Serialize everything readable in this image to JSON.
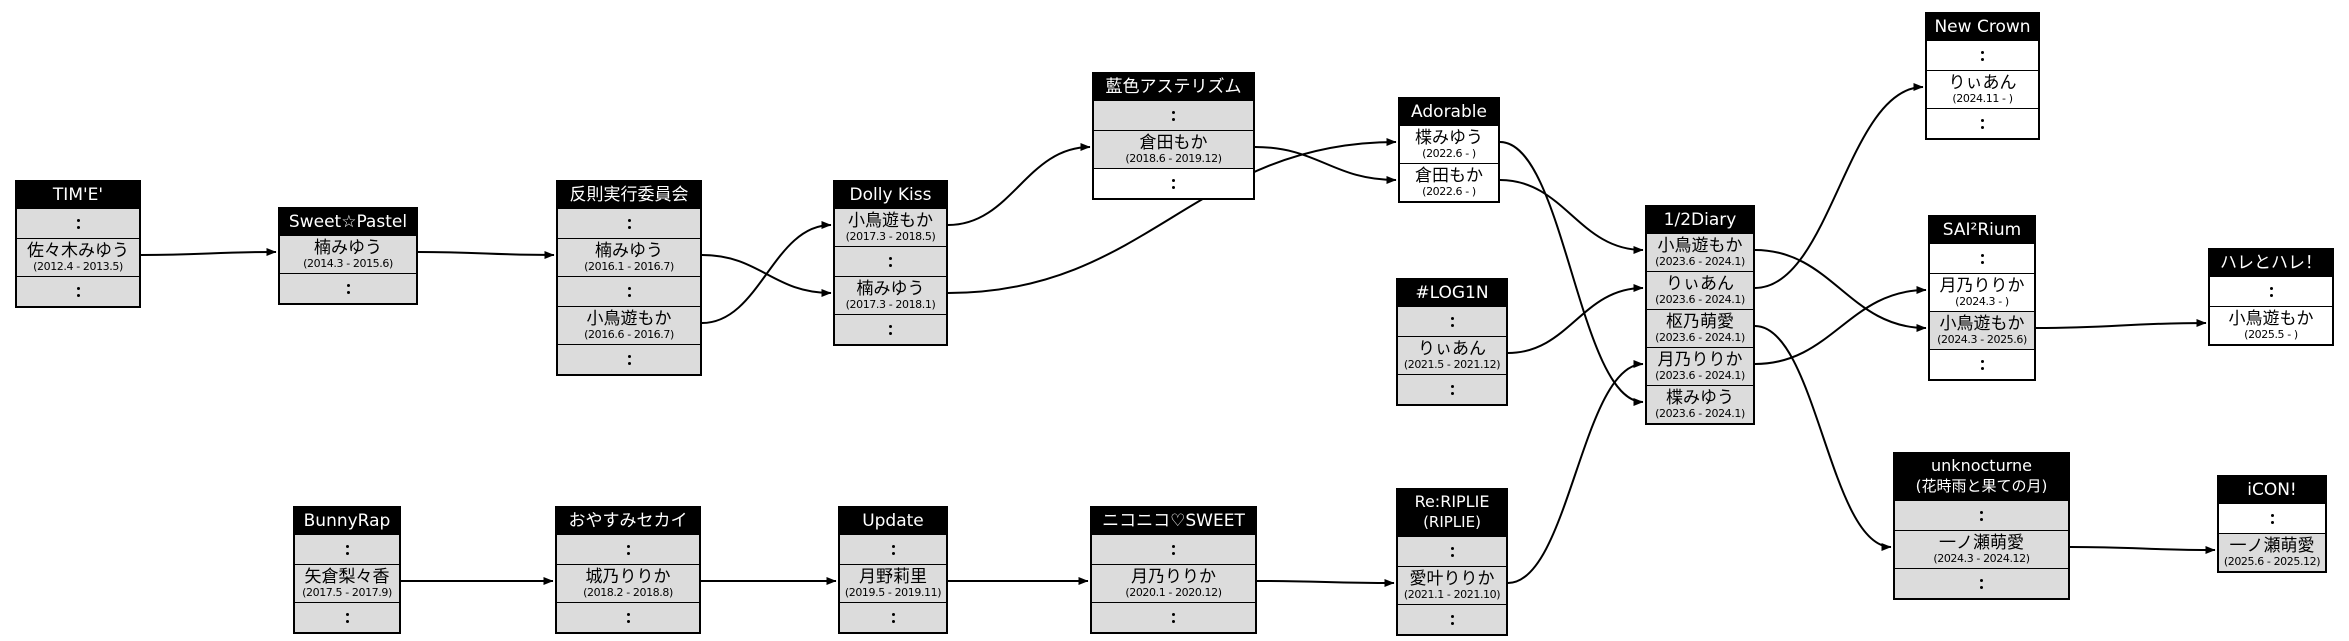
{
  "diagram": {
    "description": "Idol group membership transition chart",
    "colors": {
      "header_bg": "#000000",
      "header_text": "#ffffff",
      "row_gray": "#dcdcdc",
      "row_white": "#ffffff",
      "border": "#000000",
      "edge": "#000000"
    },
    "nodes": [
      {
        "id": "time",
        "title": "TIM'E'",
        "rows": [
          {
            "type": "dots",
            "bg": "gray"
          },
          {
            "type": "member",
            "bg": "gray",
            "name": "佐々木みゆう",
            "dates": "(2012.4 - 2013.5)"
          },
          {
            "type": "dots",
            "bg": "gray"
          }
        ]
      },
      {
        "id": "sweet-pastel",
        "title": "Sweet☆Pastel",
        "rows": [
          {
            "type": "member",
            "bg": "gray",
            "name": "楠みゆう",
            "dates": "(2014.3 - 2015.6)"
          },
          {
            "type": "dots",
            "bg": "gray"
          }
        ]
      },
      {
        "id": "hansoku",
        "title": "反則実行委員会",
        "rows": [
          {
            "type": "dots",
            "bg": "gray"
          },
          {
            "type": "member",
            "bg": "gray",
            "name": "楠みゆう",
            "dates": "(2016.1 - 2016.7)"
          },
          {
            "type": "dots",
            "bg": "gray"
          },
          {
            "type": "member",
            "bg": "gray",
            "name": "小鳥遊もか",
            "dates": "(2016.6 - 2016.7)"
          },
          {
            "type": "dots",
            "bg": "gray"
          }
        ]
      },
      {
        "id": "dolly-kiss",
        "title": "Dolly Kiss",
        "rows": [
          {
            "type": "member",
            "bg": "gray",
            "name": "小鳥遊もか",
            "dates": "(2017.3 - 2018.5)"
          },
          {
            "type": "dots",
            "bg": "gray"
          },
          {
            "type": "member",
            "bg": "gray",
            "name": "楠みゆう",
            "dates": "(2017.3 - 2018.1)"
          },
          {
            "type": "dots",
            "bg": "gray"
          }
        ]
      },
      {
        "id": "aiiro",
        "title": "藍色アステリズム",
        "rows": [
          {
            "type": "dots",
            "bg": "gray"
          },
          {
            "type": "member",
            "bg": "gray",
            "name": "倉田もか",
            "dates": "(2018.6 - 2019.12)"
          },
          {
            "type": "dots",
            "bg": "white"
          }
        ]
      },
      {
        "id": "adorable",
        "title": "Adorable",
        "rows": [
          {
            "type": "member",
            "bg": "white",
            "name": "楪みゆう",
            "dates": "(2022.6 - )"
          },
          {
            "type": "member",
            "bg": "white",
            "name": "倉田もか",
            "dates": "(2022.6 - )"
          }
        ]
      },
      {
        "id": "log1n",
        "title": "#LOG1N",
        "rows": [
          {
            "type": "dots",
            "bg": "gray"
          },
          {
            "type": "member",
            "bg": "gray",
            "name": "りぃあん",
            "dates": "(2021.5 - 2021.12)"
          },
          {
            "type": "dots",
            "bg": "gray"
          }
        ]
      },
      {
        "id": "half-diary",
        "title": "1/2Diary",
        "rows": [
          {
            "type": "member",
            "bg": "gray",
            "name": "小鳥遊もか",
            "dates": "(2023.6 - 2024.1)"
          },
          {
            "type": "member",
            "bg": "gray",
            "name": "りぃあん",
            "dates": "(2023.6 - 2024.1)"
          },
          {
            "type": "member",
            "bg": "gray",
            "name": "枢乃萌愛",
            "dates": "(2023.6 - 2024.1)"
          },
          {
            "type": "member",
            "bg": "gray",
            "name": "月乃りりか",
            "dates": "(2023.6 - 2024.1)"
          },
          {
            "type": "member",
            "bg": "gray",
            "name": "楪みゆう",
            "dates": "(2023.6 - 2024.1)"
          }
        ]
      },
      {
        "id": "new-crown",
        "title": "New Crown",
        "rows": [
          {
            "type": "dots",
            "bg": "white"
          },
          {
            "type": "member",
            "bg": "white",
            "name": "りぃあん",
            "dates": "(2024.11 - )"
          },
          {
            "type": "dots",
            "bg": "white"
          }
        ]
      },
      {
        "id": "sai2rium",
        "title": "SAI²Rium",
        "rows": [
          {
            "type": "dots",
            "bg": "white"
          },
          {
            "type": "member",
            "bg": "white",
            "name": "月乃りりか",
            "dates": "(2024.3 - )"
          },
          {
            "type": "member",
            "bg": "gray",
            "name": "小鳥遊もか",
            "dates": "(2024.3 - 2025.6)"
          },
          {
            "type": "dots",
            "bg": "white"
          }
        ]
      },
      {
        "id": "hare-to-hare",
        "title": "ハレとハレ！",
        "rows": [
          {
            "type": "dots",
            "bg": "white"
          },
          {
            "type": "member",
            "bg": "white",
            "name": "小鳥遊もか",
            "dates": "(2025.5 - )"
          }
        ]
      },
      {
        "id": "bunnyrap",
        "title": "BunnyRap",
        "rows": [
          {
            "type": "dots",
            "bg": "gray"
          },
          {
            "type": "member",
            "bg": "gray",
            "name": "矢倉梨々香",
            "dates": "(2017.5 - 2017.9)"
          },
          {
            "type": "dots",
            "bg": "gray"
          }
        ]
      },
      {
        "id": "oyasumi-sekai",
        "title": "おやすみセカイ",
        "rows": [
          {
            "type": "dots",
            "bg": "gray"
          },
          {
            "type": "member",
            "bg": "gray",
            "name": "城乃りりか",
            "dates": "(2018.2 - 2018.8)"
          },
          {
            "type": "dots",
            "bg": "gray"
          }
        ]
      },
      {
        "id": "update",
        "title": "Update",
        "rows": [
          {
            "type": "dots",
            "bg": "gray"
          },
          {
            "type": "member",
            "bg": "gray",
            "name": "月野莉里",
            "dates": "(2019.5 - 2019.11)"
          },
          {
            "type": "dots",
            "bg": "gray"
          }
        ]
      },
      {
        "id": "niconico-sweet",
        "title": "ニコニコ♡SWEET",
        "rows": [
          {
            "type": "dots",
            "bg": "gray"
          },
          {
            "type": "member",
            "bg": "gray",
            "name": "月乃りりか",
            "dates": "(2020.1 - 2020.12)"
          },
          {
            "type": "dots",
            "bg": "gray"
          }
        ]
      },
      {
        "id": "re-riplie",
        "title": "Re:RIPLIE",
        "subtitle": "(RIPLIE)",
        "rows": [
          {
            "type": "dots",
            "bg": "gray"
          },
          {
            "type": "member",
            "bg": "gray",
            "name": "愛叶りりか",
            "dates": "(2021.1 - 2021.10)"
          },
          {
            "type": "dots",
            "bg": "gray"
          }
        ]
      },
      {
        "id": "unknocturne",
        "title": "unknocturne",
        "subtitle": "(花時雨と果ての月)",
        "rows": [
          {
            "type": "dots",
            "bg": "gray"
          },
          {
            "type": "member",
            "bg": "gray",
            "name": "一ノ瀬萌愛",
            "dates": "(2024.3 - 2024.12)"
          },
          {
            "type": "dots",
            "bg": "gray"
          }
        ]
      },
      {
        "id": "icon",
        "title": "iCON!",
        "rows": [
          {
            "type": "dots",
            "bg": "white"
          },
          {
            "type": "member",
            "bg": "gray",
            "name": "一ノ瀬萌愛",
            "dates": "(2025.6 - 2025.12)"
          }
        ]
      }
    ],
    "edges": [
      {
        "from": "time:1",
        "to": "sweet-pastel:0"
      },
      {
        "from": "sweet-pastel:0",
        "to": "hansoku:1"
      },
      {
        "from": "hansoku:1",
        "to": "dolly-kiss:2"
      },
      {
        "from": "hansoku:3",
        "to": "dolly-kiss:0"
      },
      {
        "from": "dolly-kiss:0",
        "to": "aiiro:1"
      },
      {
        "from": "dolly-kiss:2",
        "to": "adorable:0"
      },
      {
        "from": "aiiro:1",
        "to": "adorable:1"
      },
      {
        "from": "adorable:0",
        "to": "half-diary:4"
      },
      {
        "from": "adorable:1",
        "to": "half-diary:0"
      },
      {
        "from": "log1n:1",
        "to": "half-diary:1"
      },
      {
        "from": "re-riplie:1",
        "to": "half-diary:3"
      },
      {
        "from": "half-diary:0",
        "to": "sai2rium:2"
      },
      {
        "from": "half-diary:1",
        "to": "new-crown:1"
      },
      {
        "from": "half-diary:2",
        "to": "unknocturne:1"
      },
      {
        "from": "half-diary:3",
        "to": "sai2rium:1"
      },
      {
        "from": "sai2rium:2",
        "to": "hare-to-hare:1"
      },
      {
        "from": "unknocturne:1",
        "to": "icon:1"
      },
      {
        "from": "bunnyrap:1",
        "to": "oyasumi-sekai:1"
      },
      {
        "from": "oyasumi-sekai:1",
        "to": "update:1"
      },
      {
        "from": "update:1",
        "to": "niconico-sweet:1"
      },
      {
        "from": "niconico-sweet:1",
        "to": "re-riplie:1"
      }
    ]
  }
}
